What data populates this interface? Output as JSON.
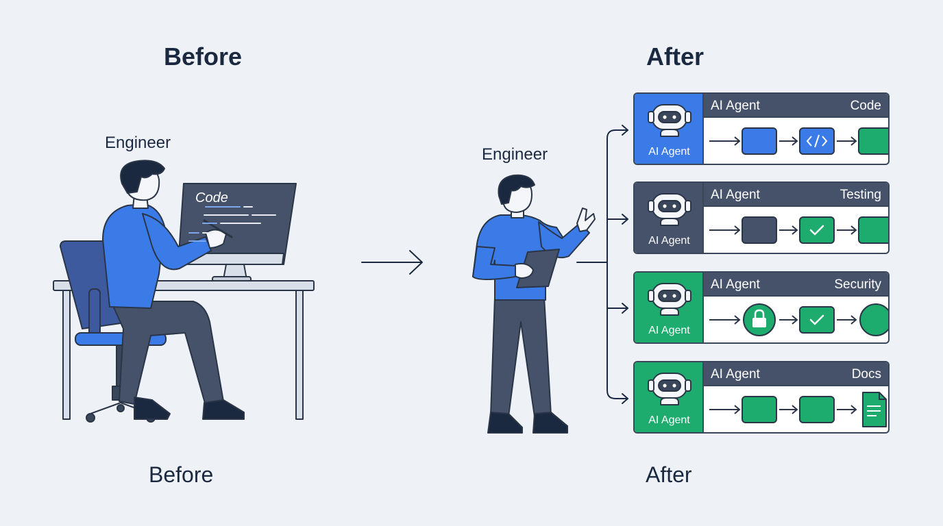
{
  "headings": {
    "before_top": "Before",
    "after_top": "After",
    "before_bottom": "Before",
    "after_bottom": "After"
  },
  "before": {
    "engineer_label": "Engineer",
    "screen_label": "Code"
  },
  "after": {
    "engineer_label": "Engineer",
    "agents": [
      {
        "side_label": "AI Agent",
        "header_left": "AI Agent",
        "task": "Code",
        "side_color": "#3b7be8",
        "steps": [
          "box-blue",
          "code-icon",
          "box-green"
        ]
      },
      {
        "side_label": "AI Agent",
        "header_left": "AI Agent",
        "task": "Testing",
        "side_color": "#46526a",
        "steps": [
          "box-dark",
          "check-icon",
          "box-green"
        ]
      },
      {
        "side_label": "AI Agent",
        "header_left": "AI Agent",
        "task": "Security",
        "side_color": "#1eac6e",
        "steps": [
          "lock-icon",
          "check-icon",
          "circle-green"
        ]
      },
      {
        "side_label": "AI Agent",
        "header_left": "AI Agent",
        "task": "Docs",
        "side_color": "#1eac6e",
        "steps": [
          "box-green",
          "box-green",
          "document-icon"
        ]
      }
    ]
  },
  "colors": {
    "blue": "#3b7be8",
    "green": "#1eac6e",
    "dark": "#46526a",
    "outline": "#2a3547",
    "background": "#eef2f7"
  }
}
